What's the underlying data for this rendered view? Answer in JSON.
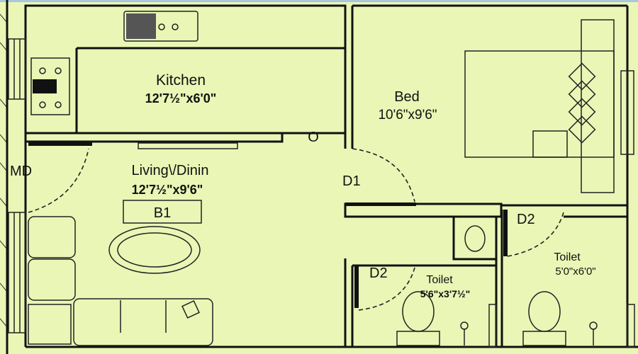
{
  "rooms": {
    "kitchen": {
      "name": "Kitchen",
      "size": "12'7½\"x6'0\""
    },
    "living": {
      "name": "Living\\/Dinin",
      "size": "12'7½\"x9'6\"",
      "tag": "B1"
    },
    "bed": {
      "name": "Bed",
      "size": "10'6\"x9'6\""
    },
    "toilet_left": {
      "name": "Toilet",
      "size": "5'6\"x3'7½\""
    },
    "toilet_right": {
      "name": "Toilet",
      "size": "5'0\"x6'0\""
    }
  },
  "doors": {
    "main": "MD",
    "d1": "D1",
    "d2_left": "D2",
    "d2_right": "D2"
  },
  "misc": {
    "opening": "O"
  },
  "colors": {
    "background": "#e9f6b6",
    "wall": "#111111"
  }
}
